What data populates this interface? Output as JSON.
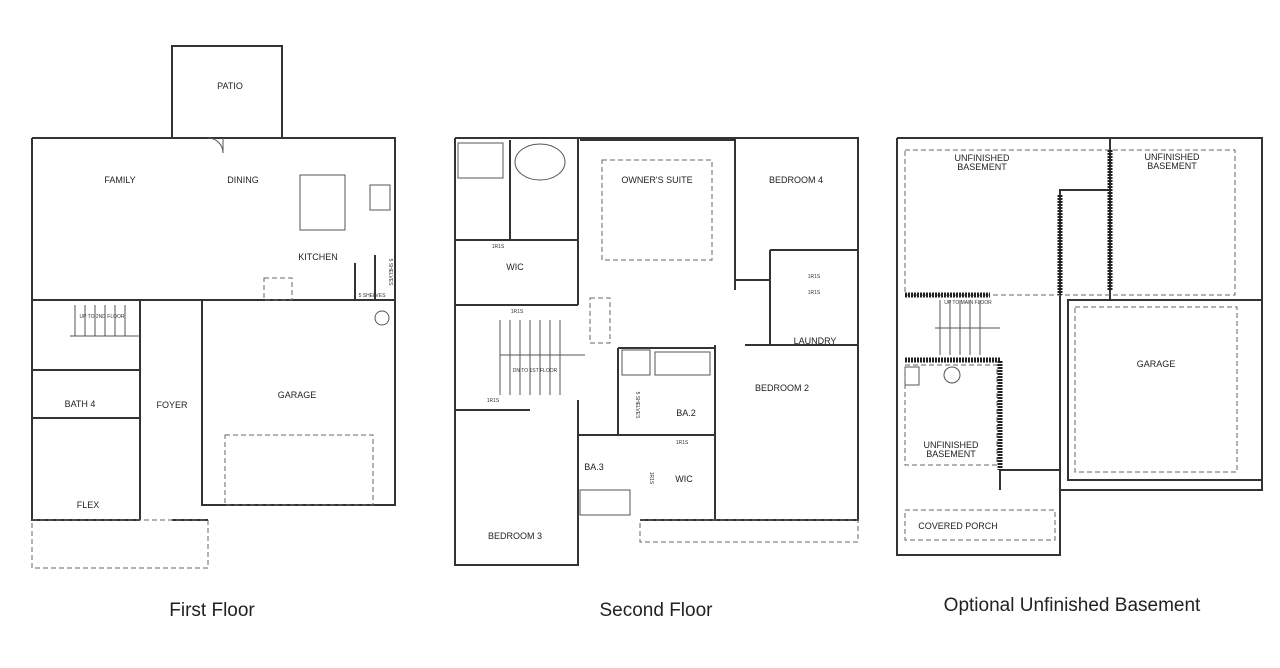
{
  "plans": [
    {
      "caption": "First Floor",
      "rooms": {
        "patio": "PATIO",
        "family": "FAMILY",
        "dining": "DINING",
        "kitchen": "KITCHEN",
        "garage": "GARAGE",
        "bath": "BATH 4",
        "foyer": "FOYER",
        "flex": "FLEX"
      },
      "notes": {
        "stairs": "UP TO 2ND FLOOR",
        "shelves1": "5 SHELVES",
        "shelves2": "5 SHELVES"
      }
    },
    {
      "caption": "Second Floor",
      "rooms": {
        "owners": "OWNER'S SUITE",
        "bed4": "BEDROOM 4",
        "wic1": "WIC",
        "laundry": "LAUNDRY",
        "bed2": "BEDROOM 2",
        "ba2": "BA.2",
        "ba3": "BA.3",
        "wic2": "WIC",
        "bed3": "BEDROOM 3"
      },
      "notes": {
        "stairs": "DN TO 1ST FLOOR",
        "shelves": "5 SHELVES",
        "r1": "1R1S",
        "r2": "1R1S",
        "r3": "1R1S",
        "r4": "1R1S",
        "r5": "1R1S",
        "r6": "1R1S",
        "r7": "1R1S"
      }
    },
    {
      "caption": "Optional Unfinished Basement",
      "rooms": {
        "unf1a": "UNFINISHED",
        "unf1b": "BASEMENT",
        "unf2a": "UNFINISHED",
        "unf2b": "BASEMENT",
        "unf3a": "UNFINISHED",
        "unf3b": "BASEMENT",
        "garage": "GARAGE",
        "porch": "COVERED PORCH"
      },
      "notes": {
        "stairs": "UP TO MAIN FLOOR"
      }
    }
  ]
}
